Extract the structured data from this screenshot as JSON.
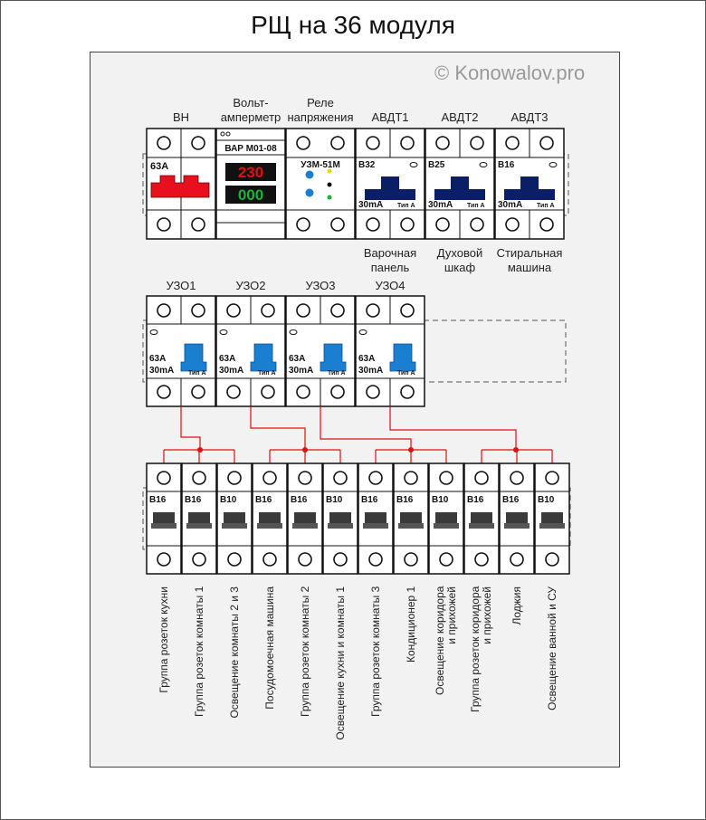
{
  "title": "РЩ на 36 модуля",
  "watermark": "© Konowalov.pro",
  "top_row": {
    "labels": [
      "ВН",
      "Вольт-\nамперметр",
      "Реле\nнапряжения",
      "АВДТ1",
      "АВДТ2",
      "АВДТ3"
    ],
    "vn_rating": "63A",
    "meter_model": "ВАР М01-08",
    "meter_top": "230",
    "meter_bottom": "000",
    "relay_model": "УЗМ-51М",
    "avdt": [
      {
        "rating": "B32",
        "current": "30mA",
        "type": "Тип А"
      },
      {
        "rating": "B25",
        "current": "30mA",
        "type": "Тип А"
      },
      {
        "rating": "B16",
        "current": "30mA",
        "type": "Тип А"
      }
    ],
    "avdt_loads": [
      "Варочная\nпанель",
      "Духовой\nшкаф",
      "Стиральная\nмашина"
    ]
  },
  "uzo_row": {
    "labels": [
      "УЗО1",
      "УЗО2",
      "УЗО3",
      "УЗО4"
    ],
    "devices": [
      {
        "rating": "63A",
        "current": "30mA",
        "type": "Тип А"
      },
      {
        "rating": "63A",
        "current": "30mA",
        "type": "Тип А"
      },
      {
        "rating": "63A",
        "current": "30mA",
        "type": "Тип А"
      },
      {
        "rating": "63A",
        "current": "30mA",
        "type": "Тип А"
      }
    ]
  },
  "breakers": [
    {
      "rating": "B16",
      "label": "Группа розеток кухни"
    },
    {
      "rating": "B16",
      "label": "Группа розеток комнаты 1"
    },
    {
      "rating": "B10",
      "label": "Освещение комнаты 2 и 3"
    },
    {
      "rating": "B16",
      "label": "Посудомоечная  машина"
    },
    {
      "rating": "B16",
      "label": "Группа розеток комнаты 2"
    },
    {
      "rating": "B10",
      "label": "Освещение кухни и комнаты 1"
    },
    {
      "rating": "B16",
      "label": "Группа розеток комнаты 3"
    },
    {
      "rating": "B16",
      "label": "Кондиционер 1"
    },
    {
      "rating": "B10",
      "label": "Освещение коридора\nи прихожей"
    },
    {
      "rating": "B16",
      "label": "Группа розеток коридора\nи прихожей"
    },
    {
      "rating": "B16",
      "label": "Лоджия"
    },
    {
      "rating": "B10",
      "label": "Освещение ванной и СУ"
    }
  ],
  "colors": {
    "wire": "#e01010",
    "vn_handle": "#e8101e",
    "avdt_handle": "#0a1f66",
    "uzo_handle": "#1a7fd0",
    "breaker_handle": "#3a3a3a"
  }
}
